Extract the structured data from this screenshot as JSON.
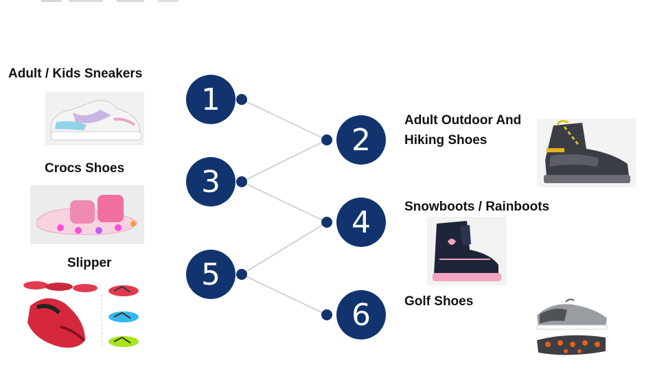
{
  "colors": {
    "circle": "#12346e",
    "connector": "#cfd3d8",
    "dot": "#12346e",
    "text": "#111111"
  },
  "categories": [
    {
      "number": "1",
      "label": "Adult / Kids Sneakers",
      "icon": "sneaker-image"
    },
    {
      "number": "2",
      "label": "Adult Outdoor And Hiking Shoes",
      "icon": "hiking-boot-image"
    },
    {
      "number": "3",
      "label": "Crocs Shoes",
      "icon": "light-up-sandal-image"
    },
    {
      "number": "4",
      "label": "Snowboots / Rainboots",
      "icon": "snow-boot-image"
    },
    {
      "number": "5",
      "label": "Slipper",
      "icon": "flip-flop-image"
    },
    {
      "number": "6",
      "label": "Golf Shoes",
      "icon": "golf-shoe-image"
    }
  ]
}
